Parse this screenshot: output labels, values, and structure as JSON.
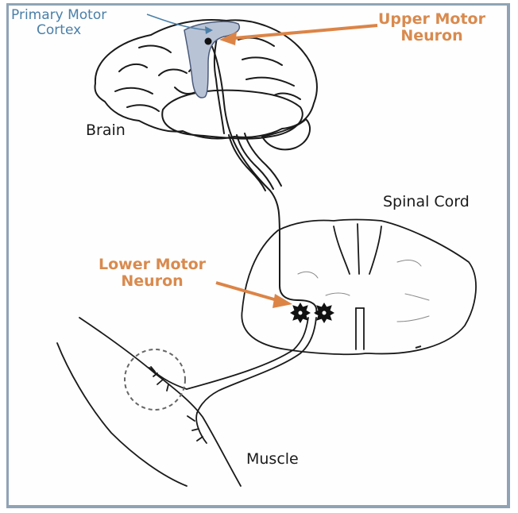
{
  "diagram": {
    "title": "Upper and lower motor neuron pathway",
    "labels": {
      "primary_motor_cortex": [
        "Primary Motor",
        "Cortex"
      ],
      "upper_motor_neuron": [
        "Upper Motor",
        "Neuron"
      ],
      "brain": "Brain",
      "spinal_cord": "Spinal Cord",
      "lower_motor_neuron": [
        "Lower Motor",
        "Neuron"
      ],
      "muscle": "Muscle"
    },
    "colors": {
      "frame": "#8fa3b5",
      "cortex_highlight": "#b9c3d6",
      "cortex_label": "#4a7fa8",
      "neuron_label": "#d98a4e",
      "arrow": "#dc8446",
      "line": "#1a1a1a"
    }
  }
}
